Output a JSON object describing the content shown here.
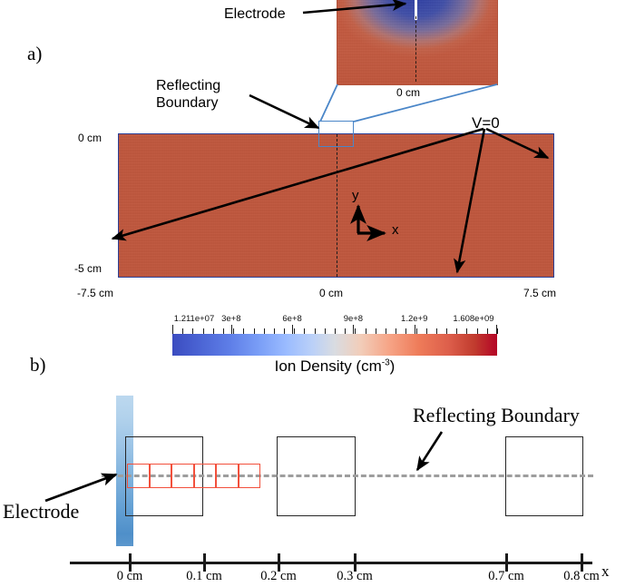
{
  "figure": {
    "panels": [
      {
        "letter": "a)"
      },
      {
        "letter": "b)"
      }
    ]
  },
  "panel_a": {
    "labels": {
      "electrode": "Electrode",
      "reflecting_boundary_line1": "Reflecting",
      "reflecting_boundary_line2": "Boundary",
      "v_zero": "V=0",
      "axis_y": "y",
      "axis_x": "x"
    },
    "axes": {
      "y_top": "0 cm",
      "y_bottom": "-5 cm",
      "x_left": "-7.5 cm",
      "x_center": "0 cm",
      "x_right": "7.5 cm",
      "inset_center": "0 cm"
    }
  },
  "colorbar": {
    "title_text": "Ion Density (cm",
    "title_exponent": "-3",
    "title_close": ")",
    "min_label": "1.211e+07",
    "max_label": "1.608e+09",
    "ticks": [
      {
        "label": "1.211e+07",
        "pos": 0.0
      },
      {
        "label": "3e+8",
        "pos": 0.181
      },
      {
        "label": "6e+8",
        "pos": 0.369
      },
      {
        "label": "9e+8",
        "pos": 0.557
      },
      {
        "label": "1.2e+9",
        "pos": 0.745
      },
      {
        "label": "1.608e+09",
        "pos": 1.0
      }
    ],
    "colors": {
      "low": "#3b4cc0",
      "mid": "#d9dce1",
      "high": "#b40426"
    }
  },
  "panel_b": {
    "labels": {
      "reflecting_boundary": "Reflecting Boundary",
      "electrode": "Electrode",
      "axis_letter": "x"
    },
    "axis_ticks": [
      {
        "label": "0 cm",
        "pos": 142
      },
      {
        "label": "0.1 cm",
        "pos": 224
      },
      {
        "label": "0.2 cm",
        "pos": 306
      },
      {
        "label": "0.3 cm",
        "pos": 390
      },
      {
        "label": "0.7 cm",
        "pos": 557
      },
      {
        "label": "0.8 cm",
        "pos": 640
      }
    ],
    "cell_count": 6,
    "box_count": 3,
    "colors": {
      "electrode_fill": "#7fb2dd",
      "grid_cell": "#f2503c",
      "box_stroke": "#262626",
      "dash_line": "#9e9e9e"
    }
  }
}
